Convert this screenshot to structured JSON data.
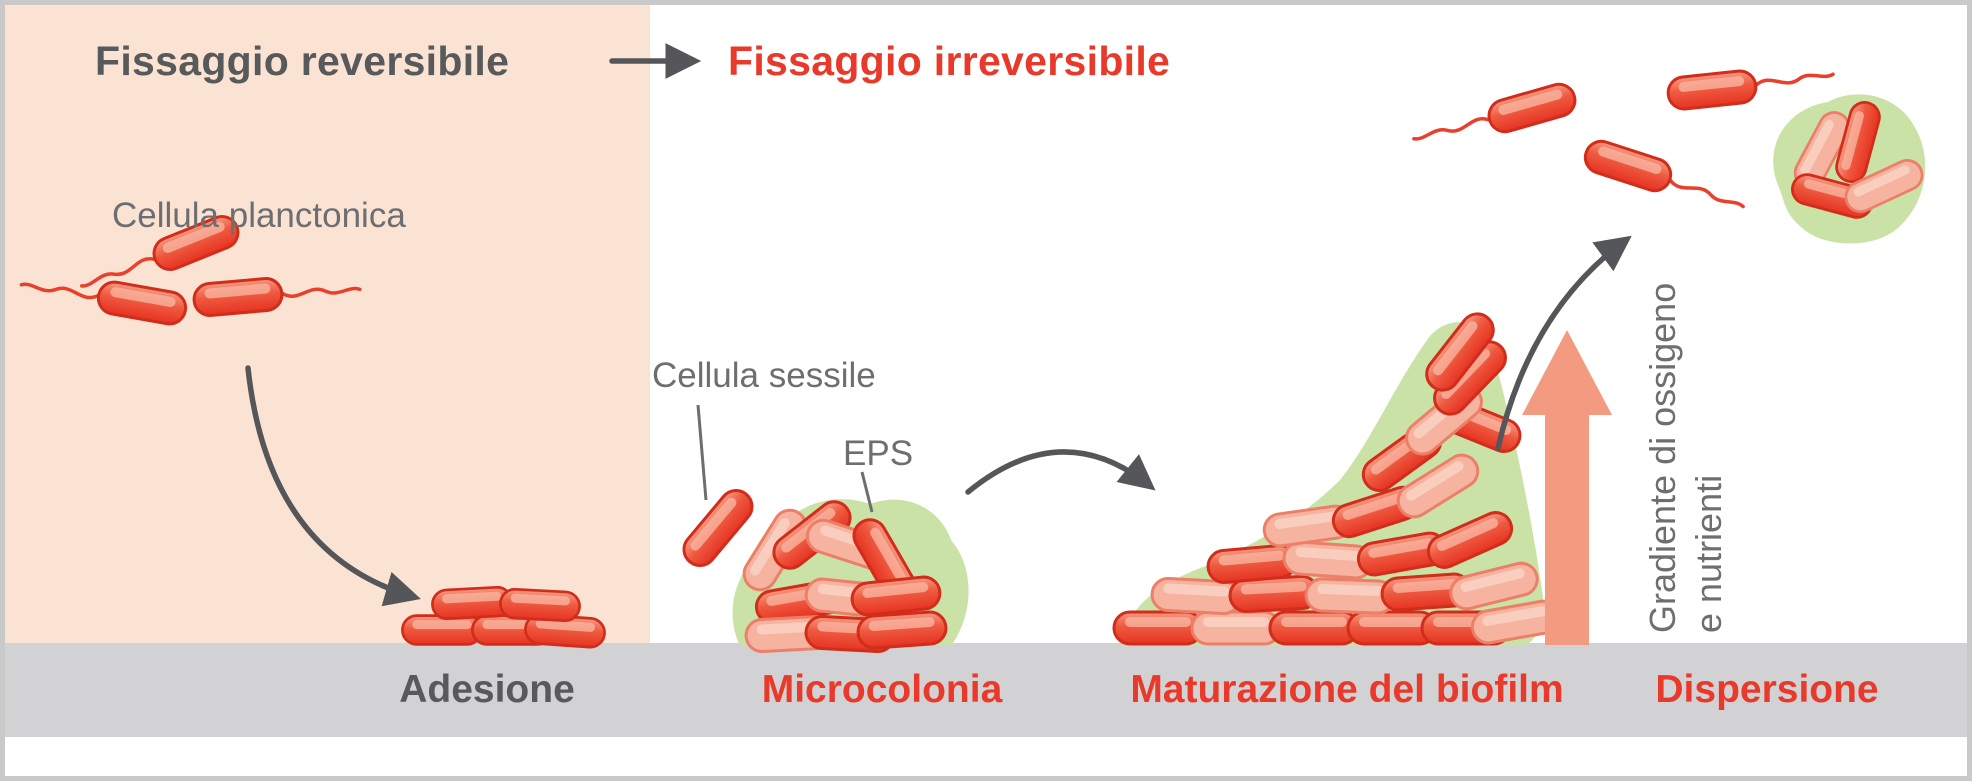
{
  "header": {
    "reversible_label": "Fissaggio reversibile",
    "irreversible_label": "Fissaggio irreversibile"
  },
  "labels": {
    "planktonic": "Cellula planctonica",
    "sessile": "Cellula sessile",
    "eps": "EPS",
    "gradient_line1": "Gradiente di ossigeno",
    "gradient_line2": "e nutrienti"
  },
  "stages": [
    {
      "label": "Adesione"
    },
    {
      "label": "Microcolonia"
    },
    {
      "label": "Maturazione del biofilm"
    },
    {
      "label": "Dispersione"
    }
  ],
  "colors": {
    "accent_red": "#e8392a",
    "title_gray": "#58595b",
    "label_gray": "#6d6e71",
    "peach_background": "#fbe3d4",
    "surface_gray": "#d2d2d4",
    "eps_green": "#cbe2a6",
    "bacterium_red": "#e8402a",
    "bacterium_light": "#f6b3a0",
    "gradient_arrow_salmon": "#f29b80",
    "frame_gray": "#c9c9c9"
  }
}
